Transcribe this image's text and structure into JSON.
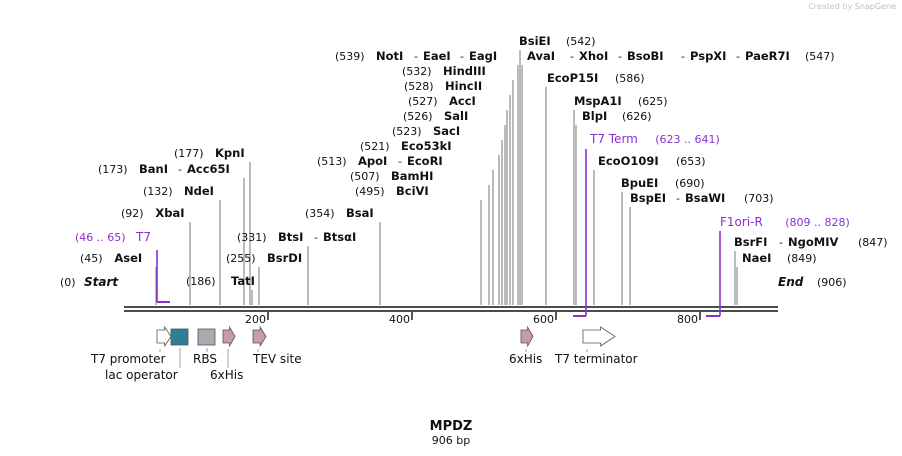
{
  "watermark": {
    "prefix": "Created by",
    "brand": "SnapGene"
  },
  "construct": {
    "name": "MPDZ",
    "length_label": "906 bp"
  },
  "ends": {
    "start": "Start",
    "end": "End",
    "start_pos": "(0)",
    "end_pos": "(906)"
  },
  "ruler": [
    {
      "label": "200"
    },
    {
      "label": "400"
    },
    {
      "label": "600"
    },
    {
      "label": "800"
    }
  ],
  "sites": [
    {
      "pos": "(45)",
      "names": [
        "AseI"
      ]
    },
    {
      "pos": "(92)",
      "names": [
        "XbaI"
      ]
    },
    {
      "pos": "(132)",
      "names": [
        "NdeI"
      ]
    },
    {
      "pos": "(173)",
      "names": [
        "BanI",
        "Acc65I"
      ]
    },
    {
      "pos": "(177)",
      "names": [
        "KpnI"
      ]
    },
    {
      "pos": "(186)",
      "names": [
        "TatI"
      ]
    },
    {
      "pos": "(255)",
      "names": [
        "BsrDI"
      ]
    },
    {
      "pos": "(331)",
      "names": [
        "BtsI",
        "BtsαI"
      ]
    },
    {
      "pos": "(354)",
      "names": [
        "BsaI"
      ]
    },
    {
      "pos": "(495)",
      "names": [
        "BciVI"
      ]
    },
    {
      "pos": "(507)",
      "names": [
        "BamHI"
      ]
    },
    {
      "pos": "(513)",
      "names": [
        "ApoI",
        "EcoRI"
      ]
    },
    {
      "pos": "(521)",
      "names": [
        "Eco53kI"
      ]
    },
    {
      "pos": "(523)",
      "names": [
        "SacI"
      ]
    },
    {
      "pos": "(526)",
      "names": [
        "SalI"
      ]
    },
    {
      "pos": "(527)",
      "names": [
        "AccI"
      ]
    },
    {
      "pos": "(528)",
      "names": [
        "HincII"
      ]
    },
    {
      "pos": "(532)",
      "names": [
        "HindIII"
      ]
    },
    {
      "pos": "(539)",
      "names": [
        "NotI",
        "EaeI",
        "EagI"
      ]
    },
    {
      "pos": "(542)",
      "names": [
        "BsiEI"
      ]
    },
    {
      "pos": "(547)",
      "names": [
        "AvaI",
        "XhoI",
        "BsoBI",
        "PspXI",
        "PaeR7I"
      ]
    },
    {
      "pos": "(586)",
      "names": [
        "EcoP15I"
      ]
    },
    {
      "pos": "(625)",
      "names": [
        "MspA1I"
      ]
    },
    {
      "pos": "(626)",
      "names": [
        "BlpI"
      ]
    },
    {
      "pos": "(653)",
      "names": [
        "EcoO109I"
      ]
    },
    {
      "pos": "(690)",
      "names": [
        "BpuEI"
      ]
    },
    {
      "pos": "(703)",
      "names": [
        "BspEI",
        "BsaWI"
      ]
    },
    {
      "pos": "(847)",
      "names": [
        "BsrFI",
        "NgoMIV"
      ]
    },
    {
      "pos": "(849)",
      "names": [
        "NaeI"
      ]
    }
  ],
  "primers": [
    {
      "name": "T7",
      "range": "(46 .. 65)"
    },
    {
      "name": "T7 Term",
      "range": "(623 .. 641)"
    },
    {
      "name": "F1ori-R",
      "range": "(809 .. 828)"
    }
  ],
  "features": [
    {
      "name": "T7 promoter",
      "color": "#ffffff",
      "shape": "arrow-icon"
    },
    {
      "name": "lac operator",
      "color": "#2e7f94",
      "shape": "box-icon"
    },
    {
      "name": "RBS",
      "color": "#a7aab1",
      "shape": "box-icon"
    },
    {
      "name": "6xHis",
      "color": "#c89aae",
      "shape": "arrow-icon"
    },
    {
      "name": "TEV site",
      "color": "#c89aae",
      "shape": "arrow-icon"
    },
    {
      "name": "6xHis",
      "color": "#c89aae",
      "shape": "arrow-icon"
    },
    {
      "name": "T7 terminator",
      "color": "#ffffff",
      "shape": "arrow-icon"
    }
  ],
  "colors": {
    "primer": "#8b2fd0",
    "line": "#555555",
    "backbone": "#111111"
  }
}
